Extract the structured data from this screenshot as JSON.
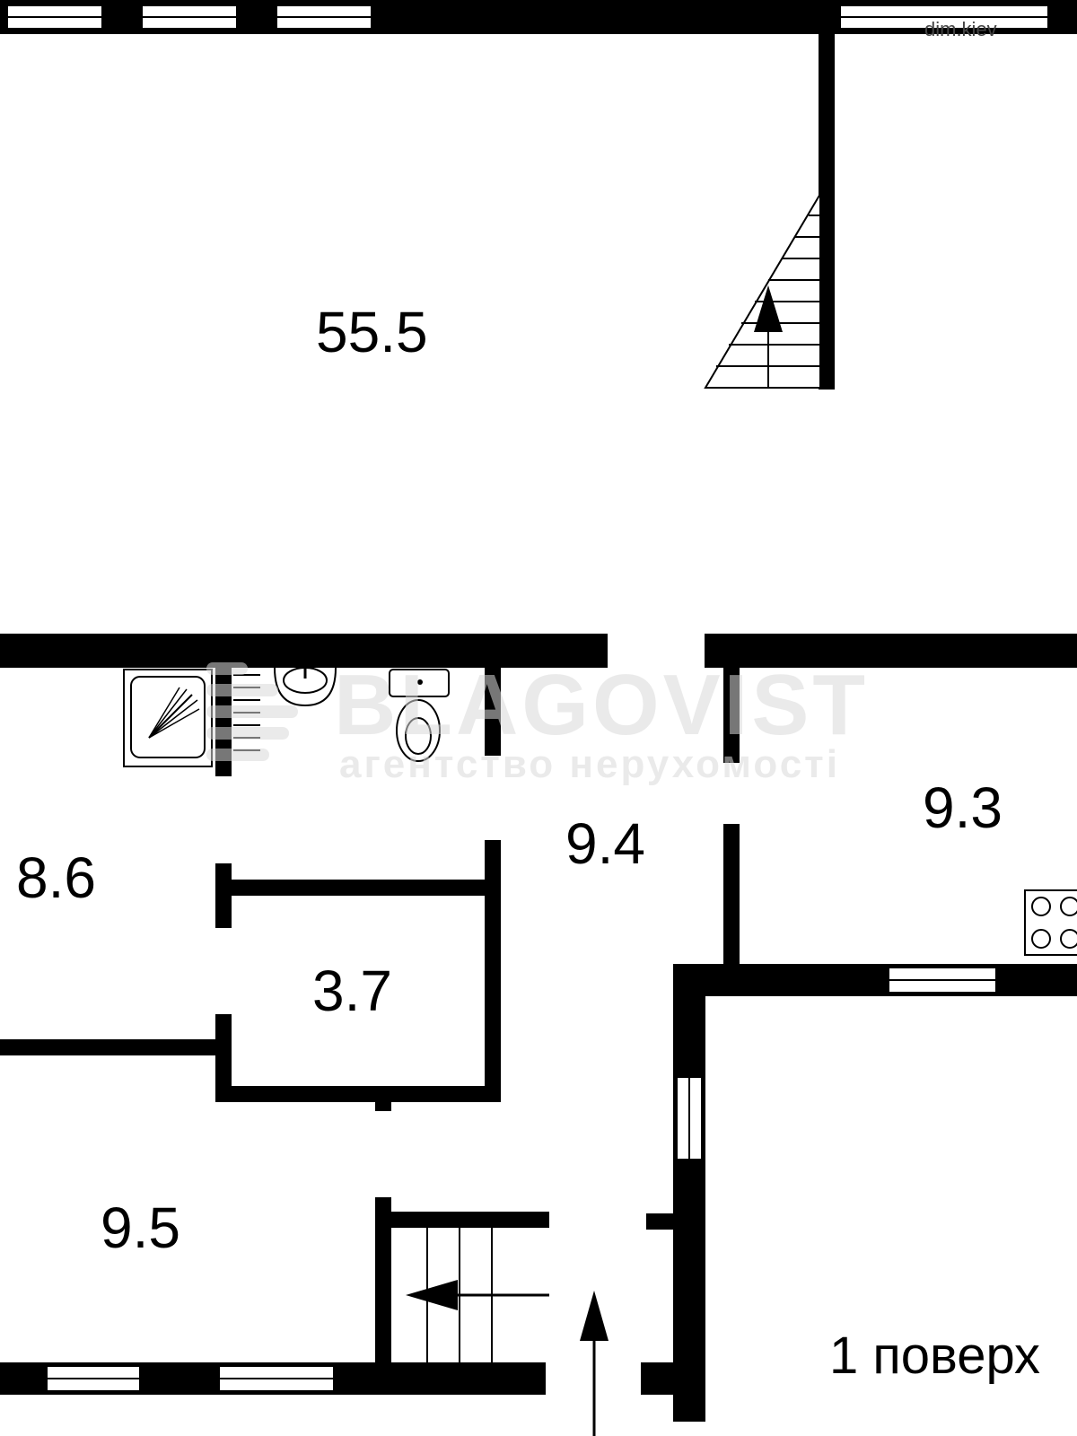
{
  "plan": {
    "rooms": [
      {
        "id": "hall",
        "area": "55.5"
      },
      {
        "id": "kitchen",
        "area": "9.3"
      },
      {
        "id": "corridor",
        "area": "9.4"
      },
      {
        "id": "bath",
        "area": "8.6"
      },
      {
        "id": "storage",
        "area": "3.7"
      },
      {
        "id": "entry",
        "area": "9.5"
      }
    ],
    "floor_label": "1 поверх"
  },
  "watermark": {
    "brand": "BLAGOVIST",
    "tagline": "агентство нерухомості",
    "site": "dim.kiev"
  }
}
